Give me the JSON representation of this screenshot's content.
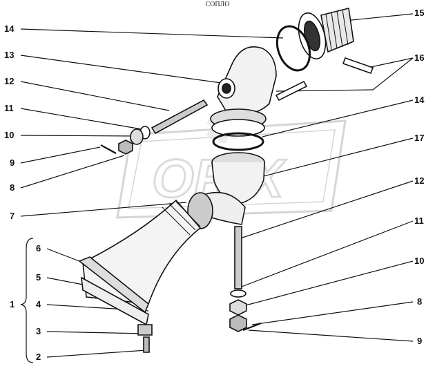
{
  "title": "СОПЛО",
  "watermark": "ORIX",
  "callouts": [
    "14",
    "13",
    "12",
    "11",
    "10",
    "9",
    "8",
    "7",
    "6",
    "5",
    "1",
    "4",
    "3",
    "2",
    "15",
    "16",
    "14",
    "17",
    "12",
    "11",
    "10",
    "8",
    "9"
  ]
}
